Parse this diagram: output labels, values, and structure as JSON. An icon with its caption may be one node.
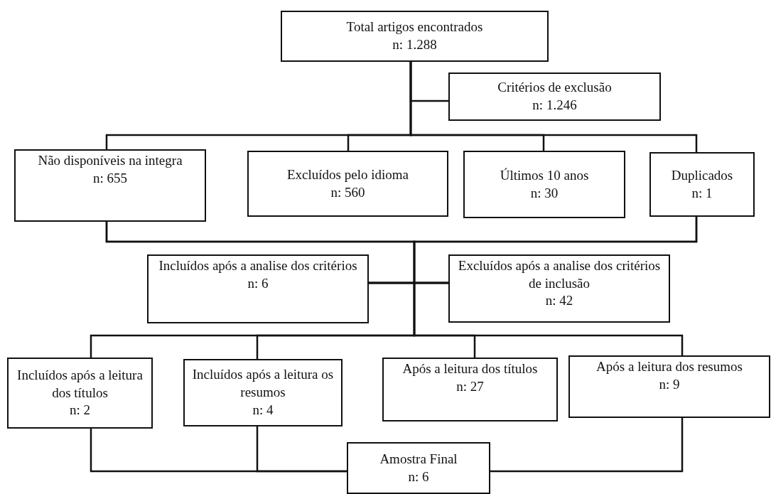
{
  "diagram": {
    "nodes": [
      {
        "text": [
          "Total artigos encontrados",
          "n: 1.288"
        ]
      },
      {
        "text": [
          "Critérios de exclusão",
          "n: 1.246"
        ]
      },
      {
        "text": [
          "Não disponíveis na integra",
          "n: 655"
        ]
      },
      {
        "text": [
          "Excluídos pelo idioma",
          "n: 560"
        ]
      },
      {
        "text": [
          "Últimos 10 anos",
          "n: 30"
        ]
      },
      {
        "text": [
          "Duplicados",
          "n: 1"
        ]
      },
      {
        "text": [
          "Incluídos após a analise dos critérios",
          "n: 6"
        ]
      },
      {
        "text": [
          "Excluídos após a analise dos critérios de inclusão",
          "n: 42"
        ]
      },
      {
        "text": [
          "Incluídos após a leitura dos títulos",
          "n: 2"
        ]
      },
      {
        "text": [
          "Incluídos após a leitura os resumos",
          "n:  4"
        ]
      },
      {
        "text": [
          "Após a leitura dos títulos",
          "n: 27"
        ]
      },
      {
        "text": [
          "Após a leitura dos resumos",
          "n: 9"
        ]
      },
      {
        "text": [
          "Amostra Final",
          "n: 6"
        ]
      }
    ],
    "edges": [
      {
        "from": 0,
        "to": 1,
        "arrow": "none"
      },
      {
        "from": 0,
        "to": 2,
        "arrow": "none"
      },
      {
        "from": 0,
        "to": 3,
        "arrow": "none"
      },
      {
        "from": 0,
        "to": 4,
        "arrow": "none"
      },
      {
        "from": 0,
        "to": 5,
        "arrow": "none"
      },
      {
        "from": 2,
        "to": 6,
        "arrow": "none"
      },
      {
        "from": 5,
        "to": 6,
        "arrow": "none"
      },
      {
        "from": 2,
        "to": 7,
        "arrow": "none"
      },
      {
        "from": 5,
        "to": 7,
        "arrow": "none"
      },
      {
        "from": 6,
        "to": 8,
        "arrow": "none"
      },
      {
        "from": 6,
        "to": 9,
        "arrow": "none"
      },
      {
        "from": 7,
        "to": 10,
        "arrow": "none"
      },
      {
        "from": 7,
        "to": 11,
        "arrow": "none"
      },
      {
        "from": 8,
        "to": 12,
        "arrow": "none"
      },
      {
        "from": 9,
        "to": 12,
        "arrow": "none"
      },
      {
        "from": 11,
        "to": 12,
        "arrow": "none"
      }
    ]
  }
}
